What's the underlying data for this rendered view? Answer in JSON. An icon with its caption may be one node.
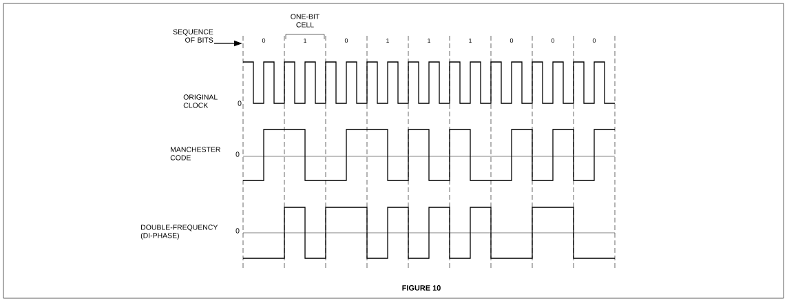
{
  "diagram": {
    "caption": "FIGURE 10",
    "nodes": [
      {
        "text": [
          "SEQUENCE OF BITS"
        ]
      },
      {
        "text": [],
        "shape": "line"
      }
    ],
    "edges": [
      {
        "from": 0,
        "to": 1,
        "arrow": "to"
      }
    ],
    "labels": [
      "ONE-BIT CELL",
      "0",
      "1",
      "0",
      "1",
      "1",
      "1",
      "0",
      "0",
      "0",
      "ORIGINAL CLOCK",
      "0",
      "MANCHESTER CODE",
      "0",
      "DOUBLE-FREQUENCY (DI-PHASE)",
      "0"
    ]
  }
}
